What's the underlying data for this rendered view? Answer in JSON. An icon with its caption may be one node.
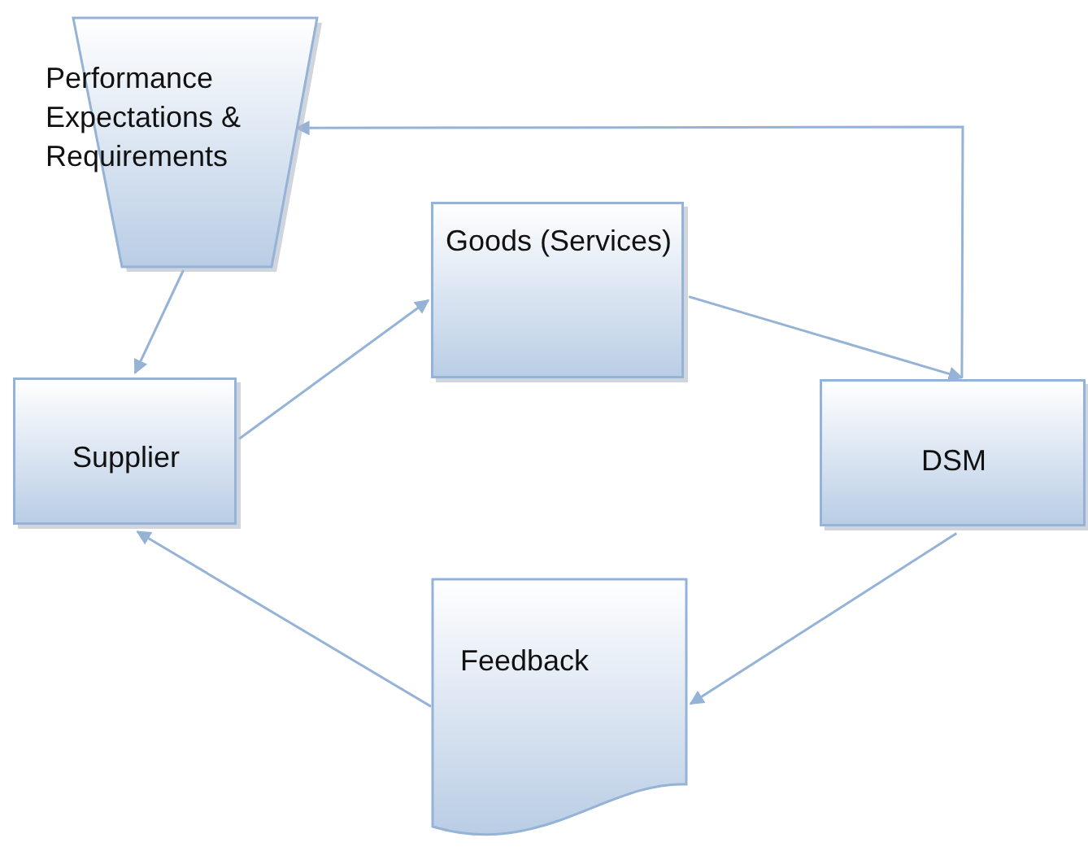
{
  "diagram": {
    "nodes": [
      {
        "text": [
          "Performance Expectations & Requirements"
        ]
      },
      {
        "text": [
          "Goods (Services)"
        ]
      },
      {
        "text": [
          "Supplier"
        ]
      },
      {
        "text": [
          "DSM"
        ]
      },
      {
        "text": [
          "Feedback"
        ]
      }
    ],
    "edges": [
      {
        "from": 0,
        "to": 2,
        "arrow": "to"
      },
      {
        "from": 2,
        "to": 1,
        "arrow": "to"
      },
      {
        "from": 1,
        "to": 3,
        "arrow": "to"
      },
      {
        "from": 3,
        "to": 0,
        "arrow": "to"
      },
      {
        "from": 3,
        "to": 4,
        "arrow": "to"
      },
      {
        "from": 4,
        "to": 2,
        "arrow": "to"
      }
    ]
  }
}
